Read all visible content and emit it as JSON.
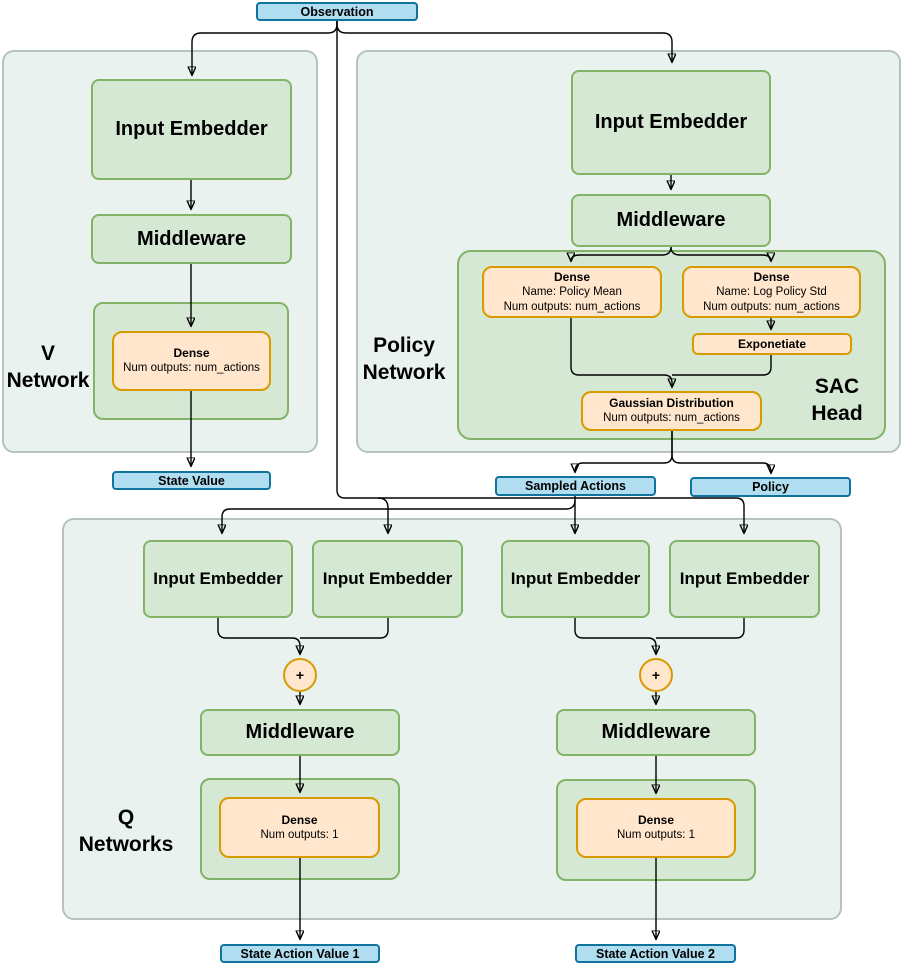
{
  "colors": {
    "green_fill": "#d5e8d4",
    "green_stroke": "#82b366",
    "orange_fill": "#ffe6cc",
    "orange_stroke": "#d79b00",
    "blue_fill": "#b1ddf0",
    "blue_stroke": "#10739e",
    "panel_fill": "#eaf2f0",
    "panel_stroke": "#b5c2bd",
    "line_color": "#000000"
  },
  "observation": {
    "label": "Observation"
  },
  "v_network": {
    "title_line1": "V",
    "title_line2": "Network",
    "input_embedder": "Input Embedder",
    "middleware": "Middleware",
    "dense": {
      "title": "Dense",
      "subtitle": "Num outputs: num_actions"
    },
    "output": "State Value"
  },
  "policy_network": {
    "title_line1": "Policy",
    "title_line2": "Network",
    "input_embedder": "Input Embedder",
    "middleware": "Middleware",
    "sac_head": {
      "title_line1": "SAC",
      "title_line2": "Head",
      "dense_policy_mean": {
        "title": "Dense",
        "name_line": "Name: Policy Mean",
        "outputs_line": "Num outputs: num_actions"
      },
      "dense_log_policy_std": {
        "title": "Dense",
        "name_line": "Name: Log Policy Std",
        "outputs_line": "Num outputs: num_actions"
      },
      "exponetiate": "Exponetiate",
      "gaussian_distribution": {
        "title": "Gaussian Distribution",
        "outputs_line": "Num outputs: num_actions"
      }
    },
    "output_sampled_actions": "Sampled Actions",
    "output_policy": "Policy"
  },
  "q_networks": {
    "title_line1": "Q",
    "title_line2": "Networks",
    "input_embedder": "Input Embedder",
    "sum_symbol": "+",
    "middleware": "Middleware",
    "dense": {
      "title": "Dense",
      "subtitle": "Num outputs: 1"
    },
    "output1": "State Action Value 1",
    "output2": "State Action Value 2"
  }
}
